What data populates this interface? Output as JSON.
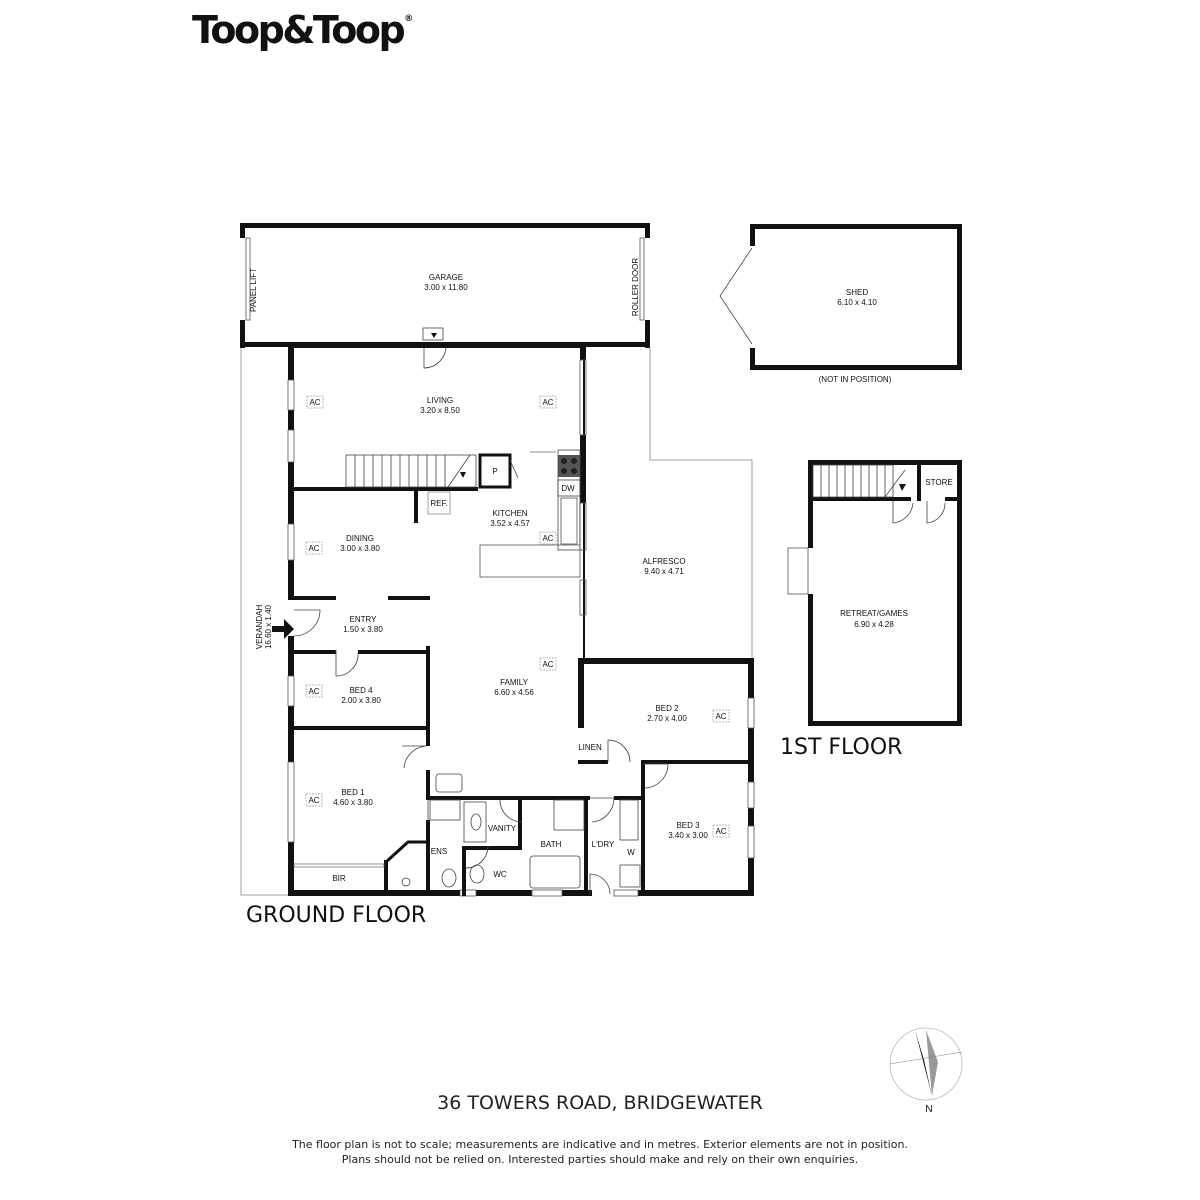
{
  "brand": {
    "logo_text": "Toop&Toop",
    "registered_mark": "®"
  },
  "floors": {
    "ground": "GROUND FLOOR",
    "first": "1ST FLOOR"
  },
  "rooms": {
    "garage": {
      "name": "GARAGE",
      "dims": "3.00 x 11.80"
    },
    "shed": {
      "name": "SHED",
      "dims": "6.10 x 4.10",
      "note": "(NOT IN POSITION)"
    },
    "living": {
      "name": "LIVING",
      "dims": "3.20 x 8.50"
    },
    "kitchen": {
      "name": "KITCHEN",
      "dims": "3.52 x 4.57"
    },
    "dining": {
      "name": "DINING",
      "dims": "3.00 x 3.80"
    },
    "entry": {
      "name": "ENTRY",
      "dims": "1.50 x 3.80"
    },
    "alfresco": {
      "name": "ALFRESCO",
      "dims": "9.40 x 4.71"
    },
    "family": {
      "name": "FAMILY",
      "dims": "6.60 x 4.56"
    },
    "bed4": {
      "name": "BED 4",
      "dims": "2.00 x 3.80"
    },
    "bed2": {
      "name": "BED 2",
      "dims": "2.70 x 4.00"
    },
    "bed1": {
      "name": "BED 1",
      "dims": "4.60 x 3.80"
    },
    "bed3": {
      "name": "BED 3",
      "dims": "3.40 x 3.00"
    },
    "verandah": {
      "name": "VERANDAH",
      "dims": "16.60 x 1.40"
    },
    "retreat": {
      "name": "RETREAT/GAMES",
      "dims": "6.90 x 4.28"
    }
  },
  "labels": {
    "panel_lift": "PANEL LIFT",
    "roller_door": "ROLLER DOOR",
    "ac": "AC",
    "pantry": "P",
    "fridge": "REF.",
    "dishwasher": "DW",
    "linen": "LINEN",
    "vanity": "VANITY",
    "bath": "BATH",
    "laundry": "L'DRY",
    "washer": "W",
    "ensuite": "ENS",
    "wc": "WC",
    "bir": "BIR",
    "store": "STORE",
    "north": "N"
  },
  "address": "36 TOWERS ROAD, BRIDGEWATER",
  "disclaimer": [
    "The floor plan is not to scale; measurements are indicative and in metres. Exterior elements are not in position.",
    "Plans should not be relied on. Interested parties should make and rely on their own enquiries."
  ]
}
